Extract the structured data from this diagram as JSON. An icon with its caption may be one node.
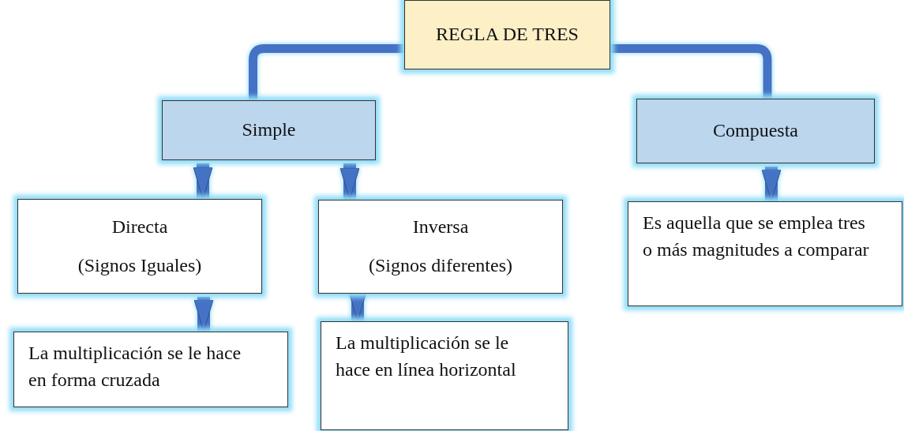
{
  "diagram": {
    "nodes": [
      {
        "text": [
          "REGLA DE TRES"
        ]
      },
      {
        "text": [
          "Simple"
        ]
      },
      {
        "text": [
          "Compuesta"
        ]
      },
      {
        "text": [
          "Directa",
          "(Signos Iguales)"
        ]
      },
      {
        "text": [
          "Inversa",
          "(Signos diferentes)"
        ]
      },
      {
        "text": [
          "Es aquella que se emplea tres o más magnitudes a comparar"
        ]
      },
      {
        "text": [
          "La multiplicación se le hace en forma cruzada"
        ]
      },
      {
        "text": [
          "La multiplicación se le hace en línea horizontal"
        ]
      }
    ],
    "edges": [
      {
        "from": 0,
        "to": 1,
        "arrow": "none"
      },
      {
        "from": 0,
        "to": 2,
        "arrow": "none"
      },
      {
        "from": 1,
        "to": 3,
        "arrow": "to"
      },
      {
        "from": 1,
        "to": 4,
        "arrow": "to"
      },
      {
        "from": 2,
        "to": 5,
        "arrow": "to"
      },
      {
        "from": 3,
        "to": 6,
        "arrow": "to"
      },
      {
        "from": 4,
        "to": 7,
        "arrow": "to"
      }
    ]
  }
}
